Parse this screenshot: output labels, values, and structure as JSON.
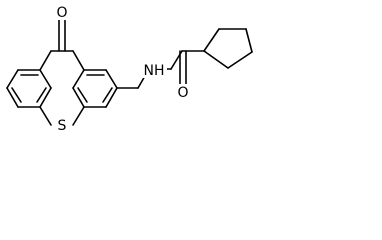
{
  "molecule": {
    "atoms": {
      "carbonyl_oxygen": "O",
      "sulfur": "S",
      "amide_nitrogen": "NH",
      "amide_oxygen": "O"
    }
  }
}
